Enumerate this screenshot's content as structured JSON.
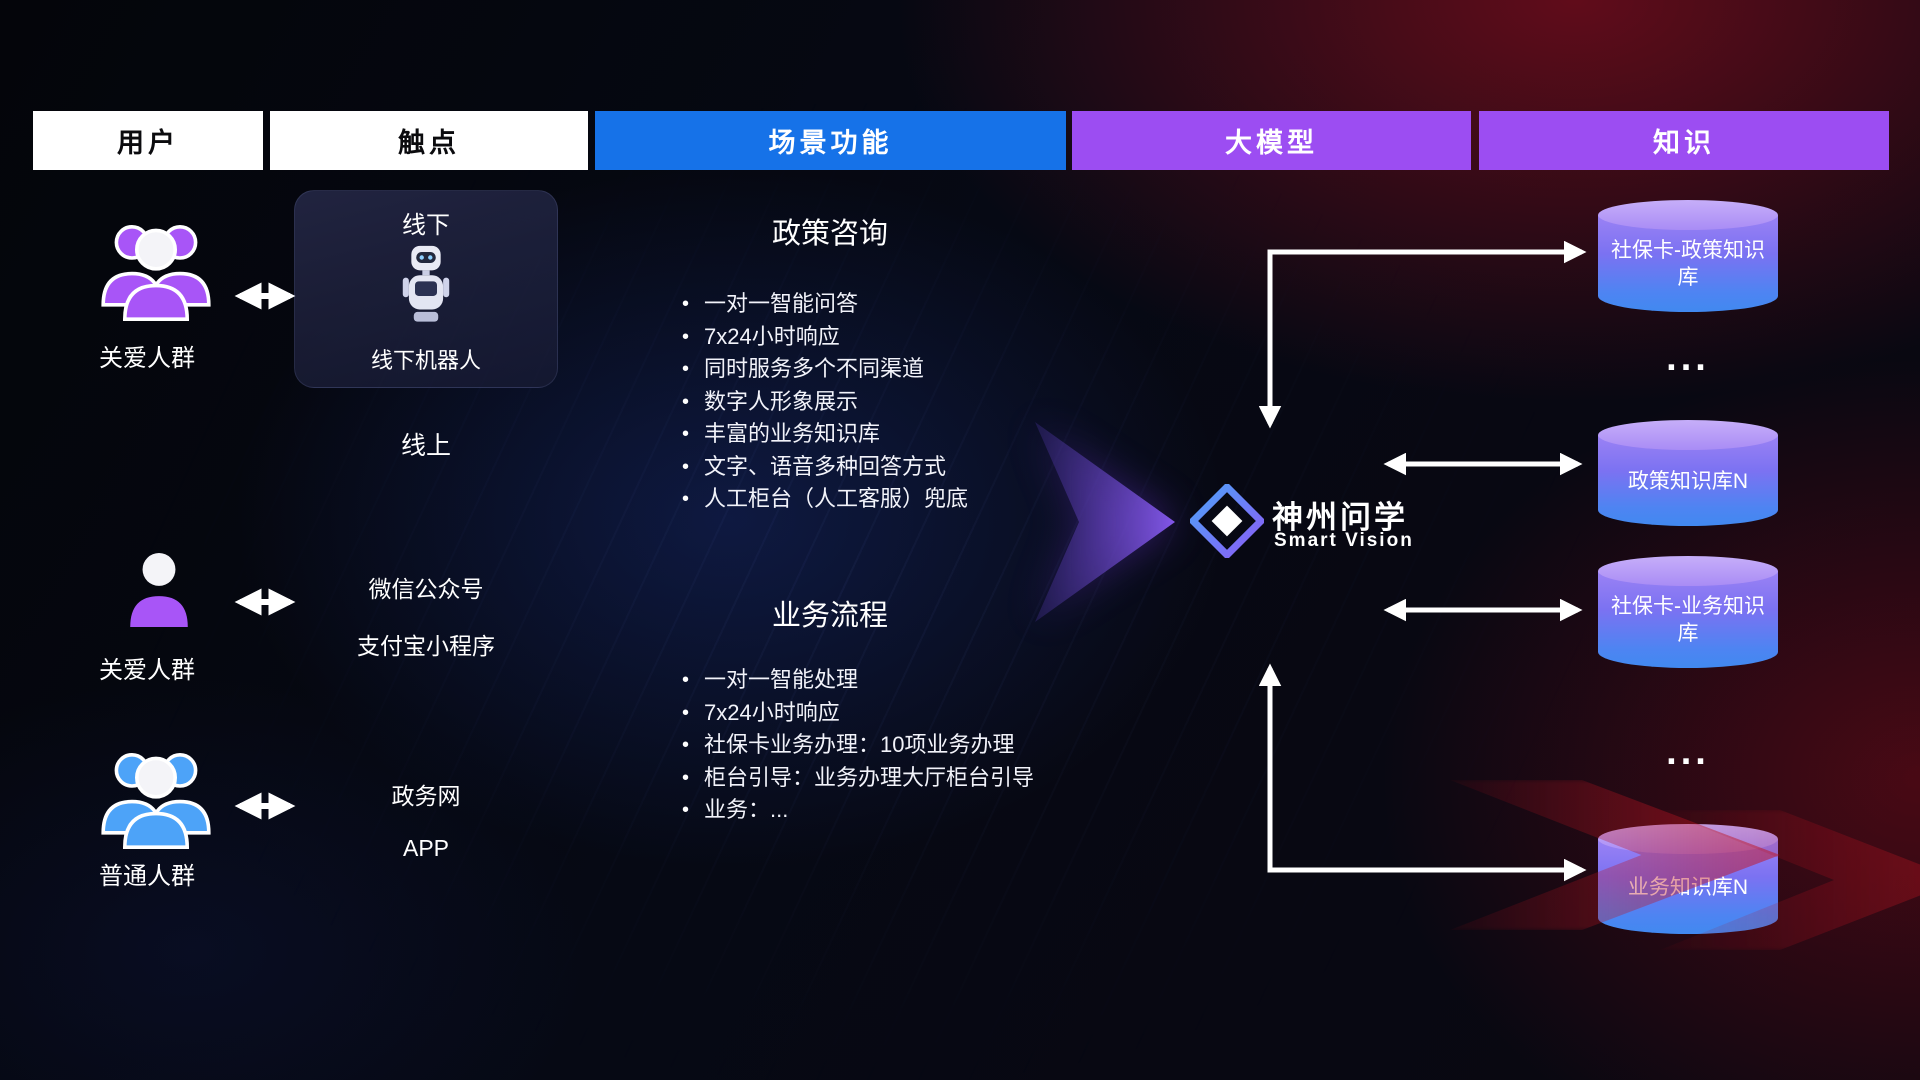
{
  "colors": {
    "header_white_bg": "#ffffff",
    "header_blue_bg": "#1672e8",
    "header_purple_bg": "#9c4df2",
    "cylinder_purple_top": "#a98cf5",
    "cylinder_blue_bottom": "#4189f0",
    "big_arrow_purple": "#8a5cf5",
    "connector_white": "#ffffff",
    "user_icon_purple": "#a855f7",
    "user_icon_blue": "#4da3f8",
    "background_red_glow": "#aa1020",
    "background_blue_glow": "#1c348c"
  },
  "header": {
    "user": "用户",
    "touchpoint": "触点",
    "scene": "场景功能",
    "model": "大模型",
    "knowledge": "知识"
  },
  "users": {
    "group1_label": "关爱人群",
    "group2_label": "关爱人群",
    "group3_label": "普通人群"
  },
  "touchpoints": {
    "offline_title": "线下",
    "offline_robot": "线下机器人",
    "online_title": "线上",
    "wechat": "微信公众号",
    "alipay": "支付宝小程序",
    "gov": "政务网",
    "app": "APP"
  },
  "scenes": {
    "policy": {
      "title": "政策咨询",
      "items": [
        "一对一智能问答",
        "7x24小时响应",
        "同时服务多个不同渠道",
        "数字人形象展示",
        "丰富的业务知识库",
        "文字、语音多种回答方式",
        "人工柜台（人工客服）兜底"
      ]
    },
    "business": {
      "title": "业务流程",
      "items": [
        "一对一智能处理",
        "7x24小时响应",
        "社保卡业务办理：10项业务办理",
        "柜台引导：业务办理大厅柜台引导",
        "业务：..."
      ]
    }
  },
  "model": {
    "name": "神州问学",
    "subtitle": "Smart Vision"
  },
  "knowledge": {
    "db1": "社保卡-政策知识库",
    "ellipsis1": "...",
    "db2": "政策知识库N",
    "db3": "社保卡-业务知识库",
    "ellipsis2": "...",
    "db4": "业务知识库N"
  }
}
